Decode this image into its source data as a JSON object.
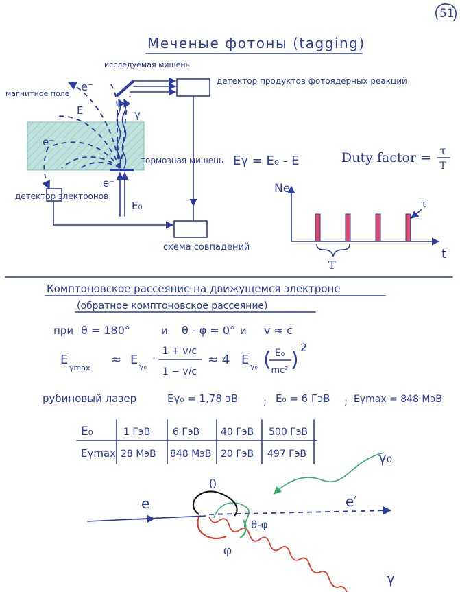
{
  "page_number": "51",
  "title": "Меченые фотоны (tagging)",
  "diagram": {
    "target_label": "исследуемая мишень",
    "detector_products_label": "детектор продуктов фотоядерных реакций",
    "magnetic_field_label": "магнитное поле",
    "electron_detector_label": "детектор электронов",
    "brems_target_label": "тормозная мишень",
    "coincidence_label": "схема совпадений",
    "e_minus_top": "e⁻",
    "e_minus_bottom": "e⁻",
    "E_label": "E",
    "E0_label": "E₀",
    "gamma_label": "γ"
  },
  "formulas": {
    "energy": "Eγ = E₀ - E",
    "duty_factor_label": "Duty factor =",
    "duty_num": "τ",
    "duty_den": "T"
  },
  "pulse_plot": {
    "y_label": "Ne",
    "x_label": "t",
    "tau_label": "τ",
    "T_label": "T",
    "pulse_count": 4
  },
  "compton": {
    "title_line1": "Комптоновское рассеяние на движущемся электроне",
    "title_line2": "(обратное комптоновское рассеяние)",
    "conditions": {
      "pri": "при",
      "theta": "θ = 180°",
      "and1": "и",
      "theta_phi": "θ - φ = 0°",
      "and2": "и",
      "v": "v ≈ c"
    },
    "formula": {
      "lhs_main": "E",
      "lhs_sub": "γmax",
      "approx1": "≈",
      "eg0_main": "E",
      "eg0_sub": "γ₀",
      "frac_num": "1 + v/c",
      "frac_den": "1 − v/c",
      "approx2": "≈ 4",
      "eg0b_main": "E",
      "eg0b_sub": "γ₀",
      "ratio_num": "E₀",
      "ratio_den": "mc²",
      "power": "2"
    },
    "laser_line": {
      "label": "рубиновый лазер",
      "eg0": "Eγ₀ = 1,78 эВ",
      "sep1": ";",
      "e0": "E₀ = 6 ГэВ",
      "sep2": ";",
      "egmax": "Eγmax = 848 МэВ"
    }
  },
  "table": {
    "row_labels": [
      "E₀",
      "Eγmax"
    ],
    "rows": [
      [
        "1 ГэВ",
        "6 ГэВ",
        "40 ГэВ",
        "500 ГэВ"
      ],
      [
        "28 МэВ",
        "848 МэВ",
        "20 ГэВ",
        "497 ГэВ"
      ]
    ]
  },
  "scatter_diagram": {
    "e_label": "e",
    "e_prime_label": "e′",
    "gamma0_label": "γ₀",
    "gamma_label": "γ",
    "theta_label": "θ",
    "phi_label": "φ",
    "theta_phi_label": "θ-φ"
  },
  "colors": {
    "ink": "#2a3c9c",
    "field": "#bfe3dc",
    "pulse": "#e04a6a",
    "photon_red": "#e23a2e",
    "photon_green": "#3aa86b",
    "ink_dark": "#111111"
  }
}
